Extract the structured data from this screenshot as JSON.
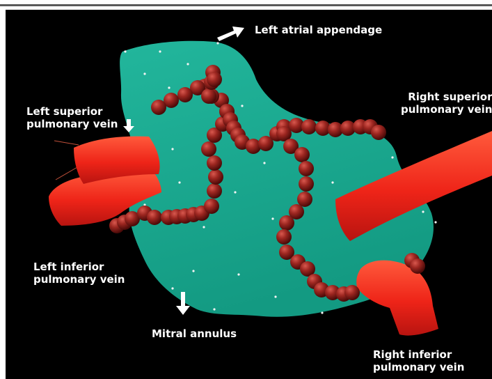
{
  "figure": {
    "labels": {
      "left_atrial_appendage": "Left atrial appendage",
      "left_superior_pv": [
        "Left superior",
        "pulmonary vein"
      ],
      "left_inferior_pv": [
        "Left inferior",
        "pulmonary vein"
      ],
      "right_superior_pv": [
        "Right superior",
        "pulmonary vein"
      ],
      "right_inferior_pv": [
        "Right inferior",
        "pulmonary vein"
      ],
      "mitral_annulus": "Mitral annulus"
    },
    "colors": {
      "background": "#000000",
      "atrium": "#1aa890",
      "pulmonary_veins": "#e8201a",
      "ablation_lesions": "#8a1a1a",
      "annotation_text": "#ffffff"
    }
  }
}
